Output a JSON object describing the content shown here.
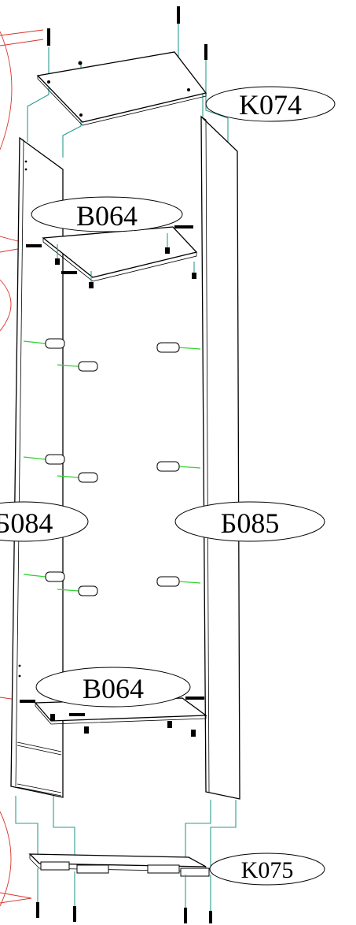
{
  "labels": {
    "k074": "K074",
    "v064_top": "B064",
    "b084": "Б084",
    "b085": "Б085",
    "v064_bottom": "B064",
    "k075": "K075"
  }
}
